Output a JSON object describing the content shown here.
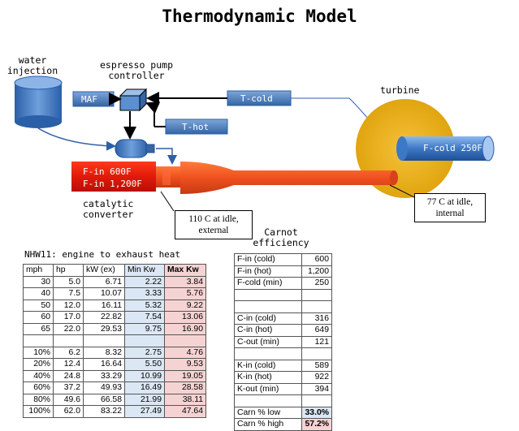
{
  "title": "Thermodynamic Model",
  "labels": {
    "water_injection": [
      "water",
      "injection"
    ],
    "pump_controller": [
      "espresso pump",
      "controller"
    ],
    "turbine": "turbine",
    "catalytic_converter": [
      "catalytic",
      "converter"
    ],
    "maf": "MAF",
    "t_cold": "T-cold",
    "t_hot": "T-hot",
    "f_in_600": "F-in 600F",
    "f_in_1200": "F-in 1,200F",
    "f_cold_250": "F-cold 250F"
  },
  "callouts": {
    "cat_idle": [
      "110 C at idle,",
      "external"
    ],
    "turbine_idle": [
      "77 C at idle,",
      "internal"
    ]
  },
  "engine_table": {
    "title": "NHW11: engine to exhaust heat",
    "headers": [
      "mph",
      "hp",
      "kW (ex)",
      "Min Kw",
      "Max Kw"
    ],
    "group1": [
      [
        "30",
        "5.0",
        "6.71",
        "2.22",
        "3.84"
      ],
      [
        "40",
        "7.5",
        "10.07",
        "3.33",
        "5.76"
      ],
      [
        "50",
        "12.0",
        "16.11",
        "5.32",
        "9.22"
      ],
      [
        "60",
        "17.0",
        "22.82",
        "7.54",
        "13.06"
      ],
      [
        "65",
        "22.0",
        "29.53",
        "9.75",
        "16.90"
      ]
    ],
    "group2": [
      [
        "10%",
        "6.2",
        "8.32",
        "2.75",
        "4.76"
      ],
      [
        "20%",
        "12.4",
        "16.64",
        "5.50",
        "9.53"
      ],
      [
        "40%",
        "24.8",
        "33.29",
        "10.99",
        "19.05"
      ],
      [
        "60%",
        "37.2",
        "49.93",
        "16.49",
        "28.58"
      ],
      [
        "80%",
        "49.6",
        "66.58",
        "21.99",
        "38.11"
      ],
      [
        "100%",
        "62.0",
        "83.22",
        "27.49",
        "47.64"
      ]
    ]
  },
  "carnot_table": {
    "title": [
      "Carnot",
      "efficiency"
    ],
    "group1": [
      [
        "F-in (cold)",
        "600"
      ],
      [
        "F-in (hot)",
        "1,200"
      ],
      [
        "F-cold (min)",
        "250"
      ]
    ],
    "group2": [
      [
        "C-in (cold)",
        "316"
      ],
      [
        "C-in (hot)",
        "649"
      ],
      [
        "C-out (min)",
        "121"
      ]
    ],
    "group3": [
      [
        "K-in (cold)",
        "589"
      ],
      [
        "K-in (hot)",
        "922"
      ],
      [
        "K-out (min)",
        "394"
      ]
    ],
    "group4": [
      [
        "Carn % low",
        "33.0%"
      ],
      [
        "Carn % high",
        "57.2%"
      ]
    ]
  },
  "colors": {
    "blue_box": "#4a7ebb",
    "red_pipe": "#e8431f",
    "turbine_gold": "#eab316"
  }
}
